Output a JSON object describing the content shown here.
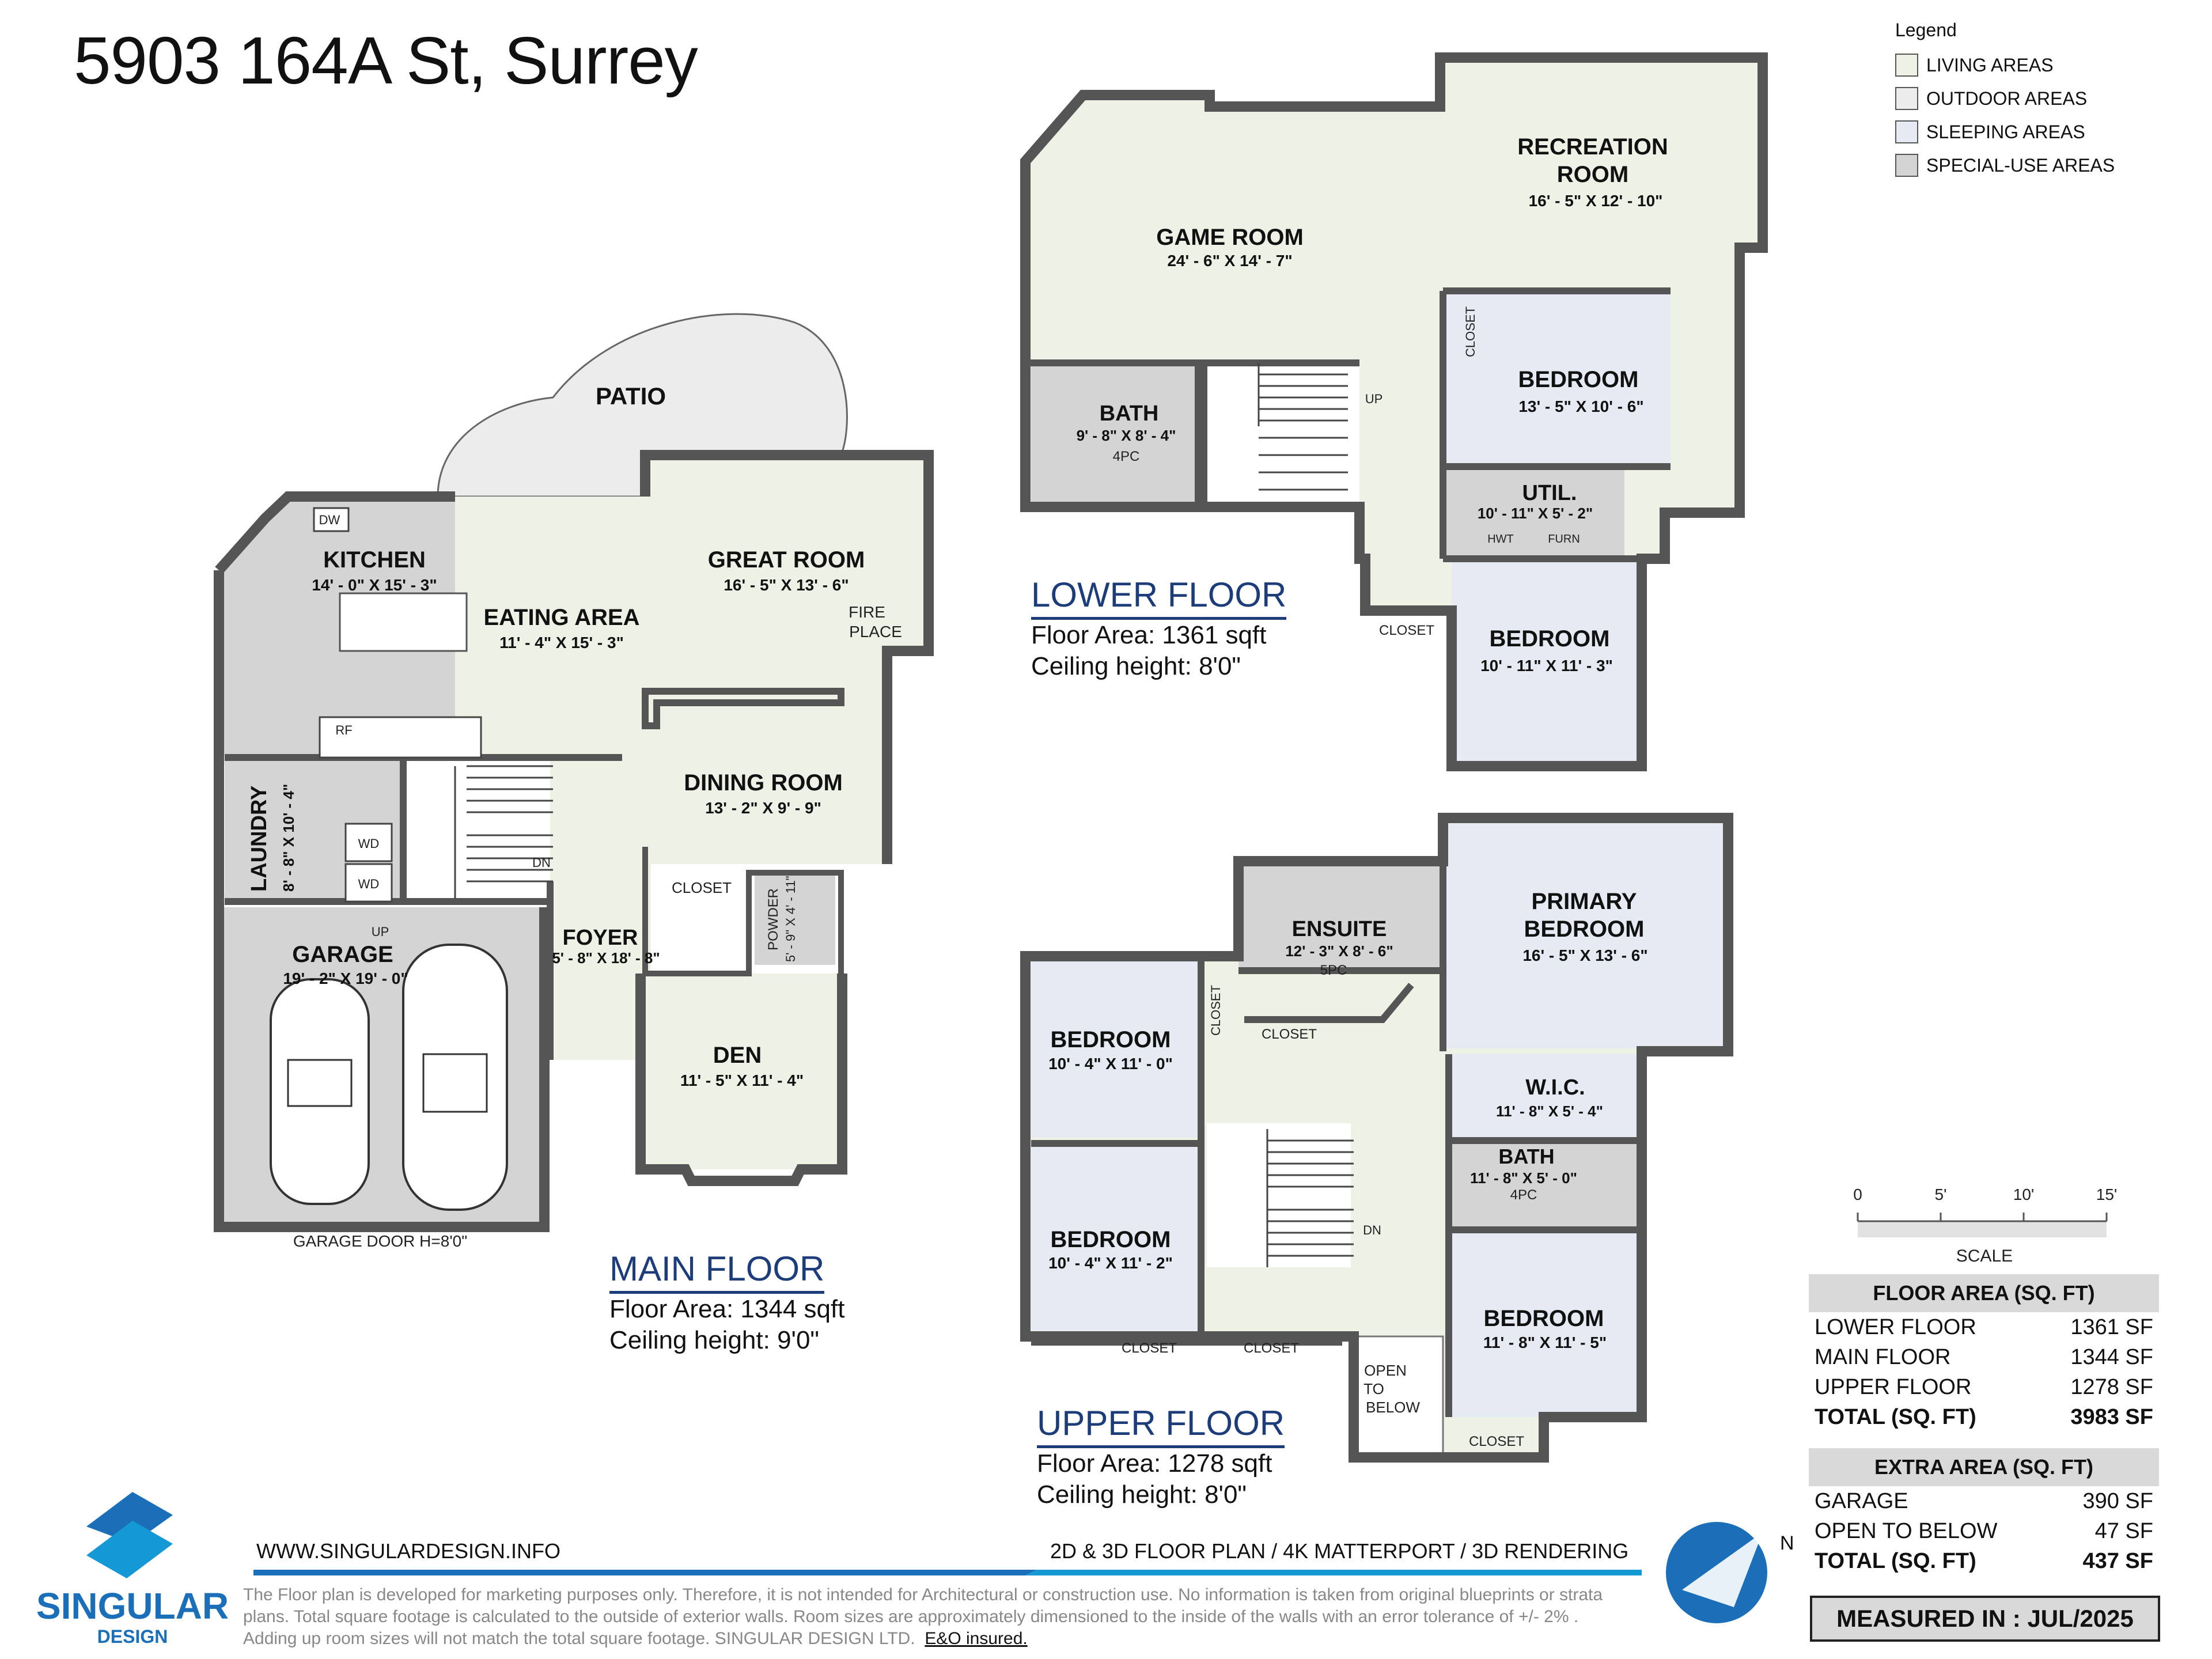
{
  "title": "5903 164A St, Surrey",
  "legend": {
    "title": "Legend",
    "items": [
      {
        "label": "LIVING AREAS",
        "color": "#eef2e6"
      },
      {
        "label": "OUTDOOR AREAS",
        "color": "#ececec"
      },
      {
        "label": "SLEEPING AREAS",
        "color": "#e6ebf3"
      },
      {
        "label": "SPECIAL-USE AREAS",
        "color": "#d4d4d4"
      }
    ]
  },
  "main_floor": {
    "name": "MAIN FLOOR",
    "area": "Floor Area: 1344 sqft",
    "ceiling": "Ceiling height: 9'0\"",
    "rooms": {
      "patio": "PATIO",
      "kitchen": "KITCHEN",
      "kitchen_dim": "14' - 0\" X 15' - 3\"",
      "eating": "EATING AREA",
      "eating_dim": "11' - 4\" X 15' - 3\"",
      "great": "GREAT ROOM",
      "great_dim": "16' - 5\" X 13' - 6\"",
      "fire1": "FIRE",
      "fire2": "PLACE",
      "dining": "DINING ROOM",
      "dining_dim": "13' - 2\" X 9' - 9\"",
      "laundry": "LAUNDRY",
      "laundry_dim": "8' - 8\" X 10' - 4\"",
      "garage": "GARAGE",
      "garage_dim": "19' - 2\" X 19' - 0\"",
      "foyer": "FOYER",
      "foyer_dim": "5' - 8\" X 18' - 8\"",
      "closet": "CLOSET",
      "powder": "POWDER",
      "powder_dim": "5' - 9\" X 4' - 11\"",
      "den": "DEN",
      "den_dim": "11' - 5\" X 11' - 4\"",
      "garage_door": "GARAGE DOOR H=8'0\"",
      "dw": "DW",
      "rf": "RF",
      "wd": "WD",
      "up": "UP",
      "dn": "DN"
    }
  },
  "lower_floor": {
    "name": "LOWER FLOOR",
    "area": "Floor Area: 1361 sqft",
    "ceiling": "Ceiling height: 8'0\"",
    "rooms": {
      "game": "GAME ROOM",
      "game_dim": "24' - 6\" X 14' - 7\"",
      "rec1": "RECREATION",
      "rec2": "ROOM",
      "rec_dim": "16' - 5\" X 12' - 10\"",
      "bath": "BATH",
      "bath_dim": "9' - 8\" X 8' - 4\"",
      "bath_pc": "4PC",
      "bed1": "BEDROOM",
      "bed1_dim": "13' - 5\" X 10' - 6\"",
      "util": "UTIL.",
      "util_dim": "10' - 11\" X 5' - 2\"",
      "hwt": "HWT",
      "furn": "FURN",
      "bed2": "BEDROOM",
      "bed2_dim": "10' - 11\" X 11' - 3\"",
      "closet": "CLOSET",
      "up": "UP"
    }
  },
  "upper_floor": {
    "name": "UPPER FLOOR",
    "area": "Floor Area: 1278 sqft",
    "ceiling": "Ceiling height: 8'0\"",
    "rooms": {
      "ensuite": "ENSUITE",
      "ensuite_dim": "12' - 3\" X 8' - 6\"",
      "ensuite_pc": "5PC",
      "primary1": "PRIMARY",
      "primary2": "BEDROOM",
      "primary_dim": "16' - 5\" X 13' - 6\"",
      "bed_a": "BEDROOM",
      "bed_a_dim": "10' - 4\" X 11' - 0\"",
      "wic": "W.I.C.",
      "wic_dim": "11' - 8\" X 5' - 4\"",
      "bath": "BATH",
      "bath_dim": "11' - 8\" X 5' - 0\"",
      "bath_pc": "4PC",
      "bed_b": "BEDROOM",
      "bed_b_dim": "10' - 4\" X 11' - 2\"",
      "bed_c": "BEDROOM",
      "bed_c_dim": "11' - 8\" X 11' - 5\"",
      "closet": "CLOSET",
      "open1": "OPEN",
      "open2": "TO",
      "open3": "BELOW",
      "dn": "DN"
    }
  },
  "scale": {
    "ticks": [
      "0",
      "5'",
      "10'",
      "15'"
    ],
    "label": "SCALE"
  },
  "floor_area": {
    "title": "FLOOR AREA (SQ. FT)",
    "rows": [
      {
        "label": "LOWER FLOOR",
        "value": "1361 SF"
      },
      {
        "label": "MAIN FLOOR",
        "value": "1344 SF"
      },
      {
        "label": "UPPER FLOOR",
        "value": "1278 SF"
      }
    ],
    "total": {
      "label": "TOTAL (SQ. FT)",
      "value": "3983 SF"
    }
  },
  "extra_area": {
    "title": "EXTRA AREA (SQ. FT)",
    "rows": [
      {
        "label": "GARAGE",
        "value": "390 SF"
      },
      {
        "label": "OPEN TO BELOW",
        "value": "47 SF"
      }
    ],
    "total": {
      "label": "TOTAL (SQ. FT)",
      "value": "437 SF"
    }
  },
  "measured": "MEASURED IN : JUL/2025",
  "footer": {
    "website": "WWW.SINGULARDESIGN.INFO",
    "services": "2D & 3D FLOOR PLAN / 4K MATTERPORT / 3D RENDERING",
    "disclaimer1": "The Floor plan is developed for marketing purposes only. Therefore, it is not intended for Architectural or construction use. No information is taken from original blueprints or strata",
    "disclaimer2": "plans. Total square footage is calculated to the outside of exterior walls. Room sizes are approximately dimensioned to the inside of the walls with an error tolerance of +/- 2% .",
    "disclaimer3": "Adding up room sizes will not match the total square footage. SINGULAR DESIGN LTD.",
    "eo": "E&O insured.",
    "brand": "SINGULAR",
    "brand_sub": "DESIGN",
    "north": "N"
  }
}
